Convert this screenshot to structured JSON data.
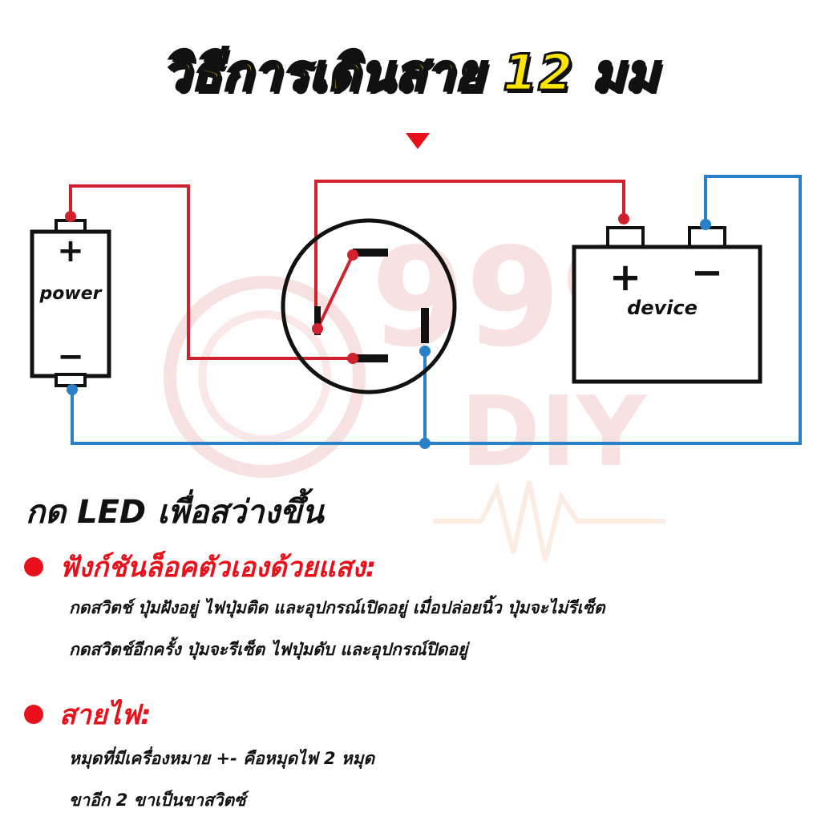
{
  "title": "วิธีการเดินสาย 12 มม",
  "diagram": {
    "power_label": "power",
    "device_label": "device",
    "plus": "+",
    "minus": "−",
    "watermark_top": "999",
    "watermark_bottom": "DIY",
    "colors": {
      "red_wire": "#d0212e",
      "blue_wire": "#2a7fc9",
      "arrow": "#e8101a",
      "watermark": "#f3c9c9"
    }
  },
  "heading": "กด LED เพื่อสว่างขึ้น",
  "sections": [
    {
      "title": "ฟังก์ชันล็อคตัวเองด้วยแสง:",
      "lines": [
        "กดสวิตช์ ปุ่มฝังอยู่ ไฟปุ่มติด และอุปกรณ์เปิดอยู่ เมื่อปล่อยนิ้ว ปุ่มจะไม่รีเซ็ต",
        "กดสวิตช์อีกครั้ง ปุ่มจะรีเซ็ต ไฟปุ่มดับ และอุปกรณ์ปิดอยู่"
      ]
    },
    {
      "title": "สายไฟ:",
      "lines": [
        "หมุดที่มีเครื่องหมาย +- คือหมุดไฟ 2 หมุด",
        "ขาอีก 2 ขาเป็นขาสวิตซ์"
      ]
    }
  ]
}
